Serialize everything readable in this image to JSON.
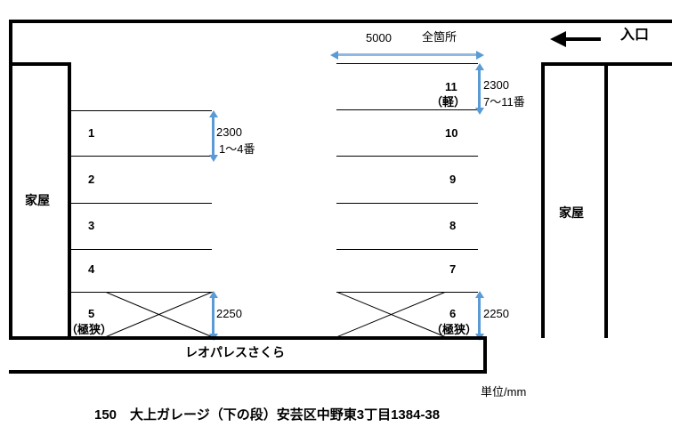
{
  "diagram": {
    "caption": "150　大上ガレージ（下の段）安芸区中野東3丁目1384-38",
    "unit_note": "単位/mm",
    "entrance_label": "入口",
    "entrance_arrow_icon": "left-arrow-icon",
    "house_left_label": "家屋",
    "house_right_label": "家屋",
    "building_bottom_label": "レオパレスさくら",
    "accent_color": "#5B9BD5",
    "stroke_color": "#000000"
  },
  "dimensions": {
    "width_all": {
      "value": "5000",
      "note": "全箇所"
    },
    "depth_rows_1_4": {
      "value": "2300",
      "note": "1～4番"
    },
    "depth_rows_7_11": {
      "value": "2300",
      "note": "7～11番"
    },
    "depth_narrow_left": {
      "value": "2250"
    },
    "depth_narrow_right": {
      "value": "2250"
    }
  },
  "stalls": {
    "left_column": [
      {
        "number": "1",
        "note": ""
      },
      {
        "number": "2",
        "note": ""
      },
      {
        "number": "3",
        "note": ""
      },
      {
        "number": "4",
        "note": ""
      },
      {
        "number": "5",
        "note": "（極狭）"
      }
    ],
    "right_column": [
      {
        "number": "11",
        "note": "（軽）"
      },
      {
        "number": "10",
        "note": ""
      },
      {
        "number": "9",
        "note": ""
      },
      {
        "number": "8",
        "note": ""
      },
      {
        "number": "7",
        "note": ""
      },
      {
        "number": "6",
        "note": "（極狭）"
      }
    ]
  }
}
